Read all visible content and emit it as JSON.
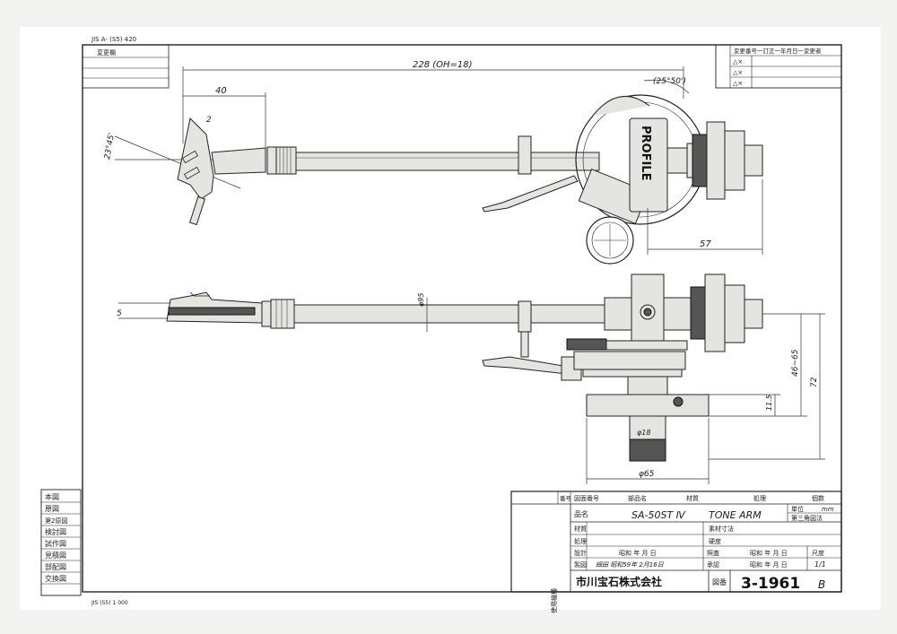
{
  "header_code": "JIS A-  (S5) 420",
  "corner_stamp": "変更欄",
  "revision_header": "変更番号一訂正一年月日一変更者",
  "revision_rows": [
    "△×",
    "△×",
    "△×"
  ],
  "dimensions": {
    "total_length": "228 (OH=18)",
    "headshell": "40",
    "offset_angle": "23°45'",
    "headshell_tip": "2",
    "arc_angle": "(25°50')",
    "rear": "57",
    "height_left": "5",
    "tube_dia": "φ95",
    "height_range": "46~65",
    "total_height": "72",
    "base_height": "11.5",
    "pillar_dia": "φ18",
    "base_dia": "φ65"
  },
  "brand_label": "PROFILE",
  "title_block": {
    "columns": [
      "番号",
      "図面番号",
      "部品名",
      "材質",
      "処理",
      "個数"
    ],
    "part_name_label": "品名",
    "part_name": "SA-50ST Ⅳ",
    "product": "TONE ARM",
    "units_label": "単位",
    "units_value": "mm",
    "projection": "第三角図法",
    "material_label": "材質",
    "thickness_label": "素材寸法",
    "treatment_label": "処理",
    "hardness_label": "硬度",
    "design_label": "設計",
    "check_label": "照査",
    "drawing_label": "製図",
    "approve_label": "承認",
    "date_placeholder": "昭和 年 月 日",
    "drawn_by": "細田 昭和59年 2月16日",
    "scale_label": "尺度",
    "scale_value": "1/1",
    "usage_label": "使用機種",
    "company": "市川宝石株式会社",
    "drawing_no_label": "図番",
    "drawing_no": "3-1961",
    "revision": "B"
  },
  "side_column": [
    "本図",
    "原図",
    "第2原図",
    "検討図",
    "試作図",
    "見積図",
    "部配図",
    "交換図"
  ],
  "footer_code": "JIS (S5) 1 000"
}
